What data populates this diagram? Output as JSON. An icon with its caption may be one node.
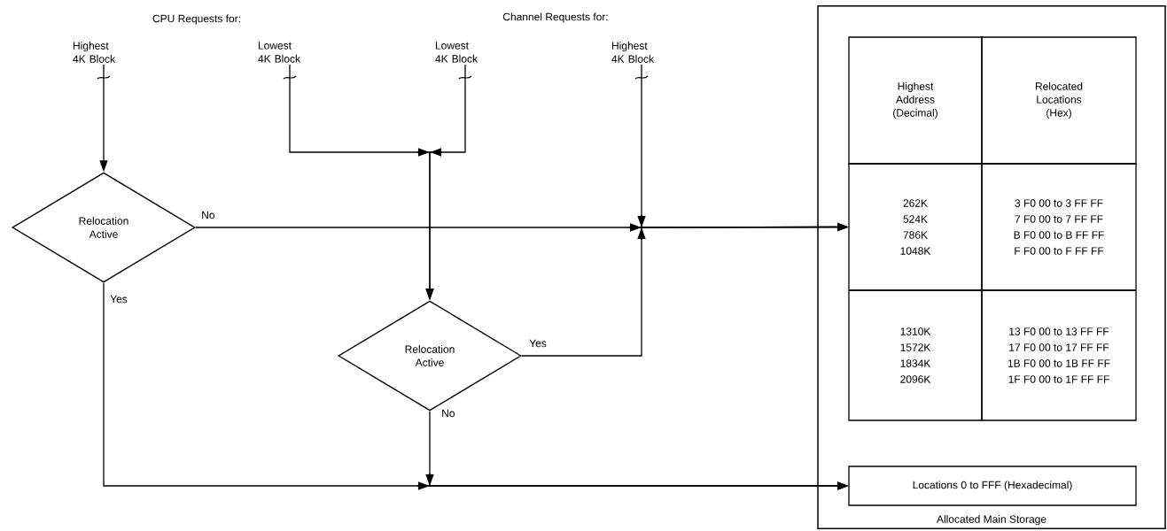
{
  "diagram": {
    "nodes": [
      {
        "text": [
          "Highest 4K Block"
        ]
      },
      {
        "text": [
          "Lowest 4K Block"
        ]
      },
      {
        "text": [
          "Lowest 4K Block"
        ]
      },
      {
        "text": [
          "Highest 4K Block"
        ]
      },
      {
        "text": [
          "Relocation Active"
        ]
      },
      {
        "text": [
          "Relocation Active"
        ]
      },
      {
        "text": [
          "Allocated Main Storage"
        ]
      },
      {
        "text": [
          "Highest Address (Decimal)"
        ],
        "in": 6
      },
      {
        "text": [
          "Relocated Locations (Hex)"
        ],
        "in": 6
      },
      {
        "text": [
          "262K",
          "524K",
          "786K",
          "1048K"
        ],
        "in": 6
      },
      {
        "text": [
          "3 F0 00 to 3 FF FF",
          "7 F0 00 to 7 FF FF",
          "B F0 00 to B FF FF",
          "F F0 00 to F FF FF"
        ],
        "in": 6
      },
      {
        "text": [
          "1310K",
          "1572K",
          "1834K",
          "2096K"
        ],
        "in": 6
      },
      {
        "text": [
          "13 F0 00 to 13 FF FF",
          "17 F0 00 to 17 FF FF",
          "1B F0 00 to 1B FF FF",
          "1F F0 00 to 1F FF FF"
        ],
        "in": 6
      },
      {
        "text": [
          "Locations 0 to FFF (Hexadecimal)"
        ],
        "in": 6
      }
    ],
    "edges": [
      {
        "from": 0,
        "to": 4,
        "arrow": "to"
      },
      {
        "from": 1,
        "to": 5,
        "arrow": "to"
      },
      {
        "from": 2,
        "to": 5,
        "arrow": "to"
      },
      {
        "from": 4,
        "to": 9,
        "arrow": "to",
        "label": "No"
      },
      {
        "from": 3,
        "to": 9,
        "arrow": "to"
      },
      {
        "from": 5,
        "to": 9,
        "arrow": "to",
        "label": "Yes"
      },
      {
        "from": 4,
        "to": 13,
        "arrow": "to",
        "label": "Yes"
      },
      {
        "from": 5,
        "to": 13,
        "arrow": "to",
        "label": "No"
      }
    ],
    "labels": [
      "CPU Requests for:",
      "Channel Requests for:"
    ]
  }
}
